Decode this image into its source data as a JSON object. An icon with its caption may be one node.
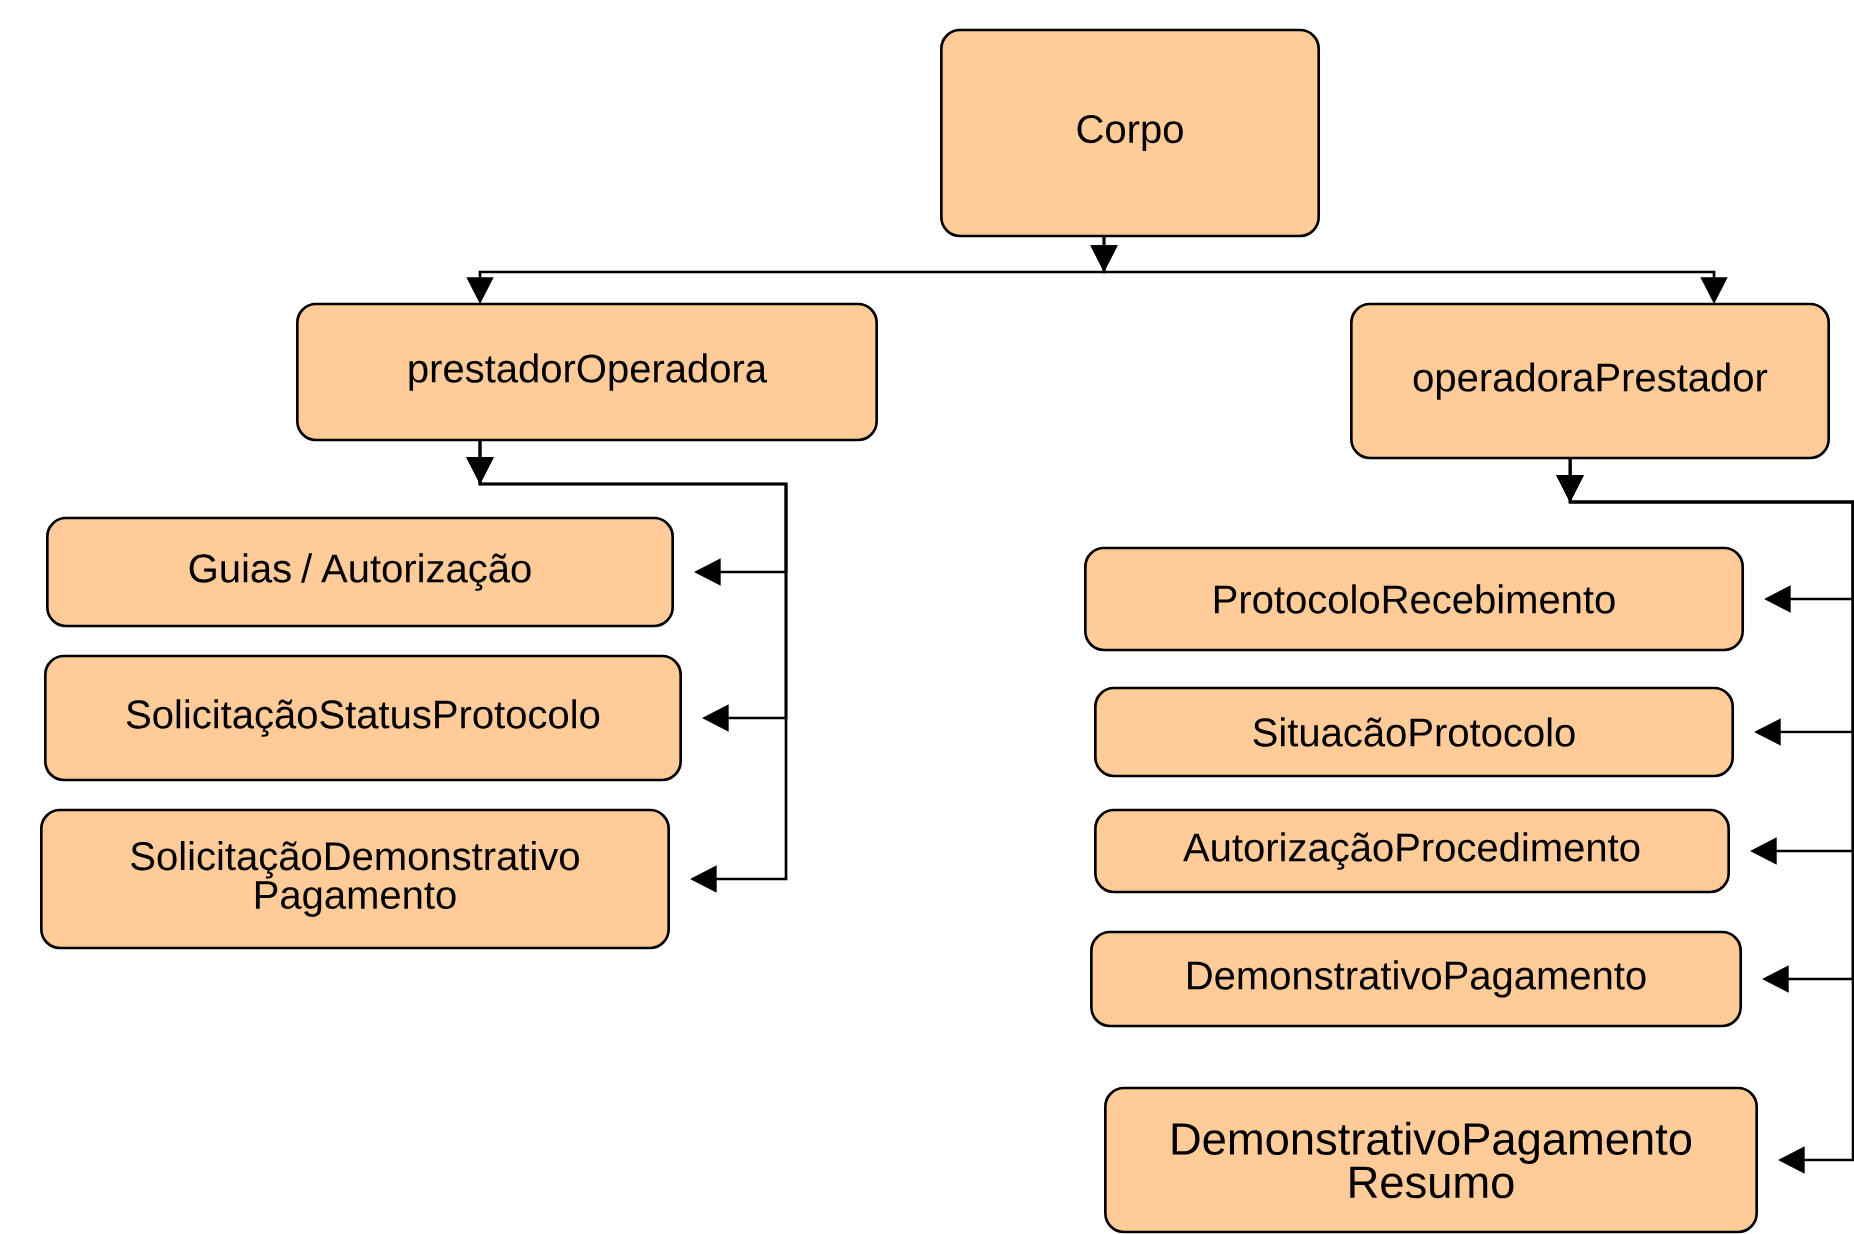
{
  "diagram": {
    "nodes": [
      {
        "text": [
          "Corpo"
        ]
      },
      {
        "text": [
          "prestadorOperadora"
        ]
      },
      {
        "text": [
          "operadoraPrestador"
        ]
      },
      {
        "text": [
          "Guias / Autorização"
        ]
      },
      {
        "text": [
          "SolicitaçãoStatusProtocolo"
        ]
      },
      {
        "text": [
          "SolicitaçãoDemonstrativo Pagamento"
        ]
      },
      {
        "text": [
          "ProtocoloRecebimento"
        ]
      },
      {
        "text": [
          "SituacãoProtocolo"
        ]
      },
      {
        "text": [
          "AutorizaçãoProcedimento"
        ]
      },
      {
        "text": [
          "DemonstrativoPagamento"
        ]
      },
      {
        "text": [
          "DemonstrativoPagamento Resumo"
        ]
      }
    ],
    "edges": [
      {
        "from": 0,
        "to": 1,
        "arrow": "to"
      },
      {
        "from": 0,
        "to": 2,
        "arrow": "to"
      },
      {
        "from": 1,
        "to": 3,
        "arrow": "to"
      },
      {
        "from": 1,
        "to": 4,
        "arrow": "to"
      },
      {
        "from": 1,
        "to": 5,
        "arrow": "to"
      },
      {
        "from": 2,
        "to": 6,
        "arrow": "to"
      },
      {
        "from": 2,
        "to": 7,
        "arrow": "to"
      },
      {
        "from": 2,
        "to": 8,
        "arrow": "to"
      },
      {
        "from": 2,
        "to": 9,
        "arrow": "to"
      },
      {
        "from": 2,
        "to": 10,
        "arrow": "to"
      }
    ]
  }
}
